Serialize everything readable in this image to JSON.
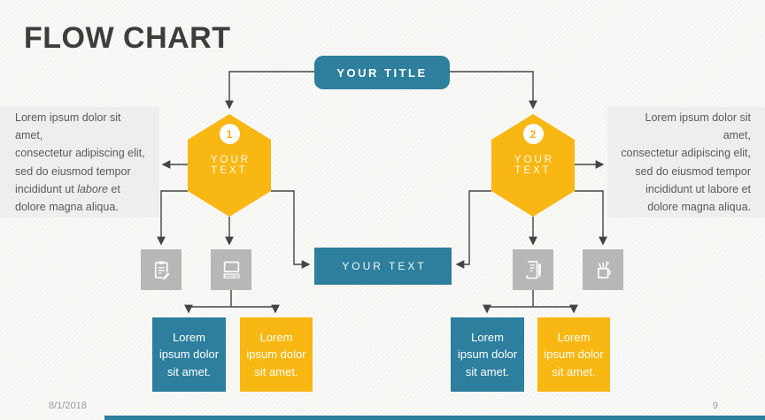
{
  "slide": {
    "title": "FLOW CHART",
    "footer": {
      "date": "8/1/2018",
      "page_number": "9"
    }
  },
  "colors": {
    "teal": "#2D7F9D",
    "yellow": "#F8B712",
    "icon_box_gray": "#B7B7B7",
    "note_background": "#EFEEEC",
    "connector": "#444444"
  },
  "flowchart": {
    "title_box": {
      "label": "YOUR TITLE"
    },
    "hexagons": [
      {
        "number": "1",
        "label": "YOUR TEXT"
      },
      {
        "number": "2",
        "label": "YOUR TEXT"
      }
    ],
    "notes": {
      "left": {
        "pre": "Lorem ipsum dolor sit amet,\nconsectetur adipiscing elit,\nsed do eiusmod tempor\nincididunt ut ",
        "italic": "labore",
        "post": " et\ndolore magna aliqua."
      },
      "right": {
        "text": "Lorem ipsum dolor sit amet,\nconsectetur adipiscing elit,\nsed do eiusmod tempor\nincididunt ut labore et\ndolore magna aliqua."
      }
    },
    "center_box": {
      "label": "YOUR TEXT"
    },
    "icon_boxes": [
      {
        "icon": "clipboard-icon"
      },
      {
        "icon": "computer-icon"
      },
      {
        "icon": "document-icon"
      },
      {
        "icon": "pencil-cup-icon"
      }
    ],
    "leaf_boxes": [
      {
        "text": "Lorem\nipsum dolor\nsit amet.",
        "color": "teal"
      },
      {
        "text": "Lorem\nipsum dolor\nsit amet.",
        "color": "yellow"
      },
      {
        "text": "Lorem\nipsum dolor\nsit amet.",
        "color": "teal"
      },
      {
        "text": "Lorem\nipsum dolor\nsit amet.",
        "color": "yellow"
      }
    ]
  }
}
